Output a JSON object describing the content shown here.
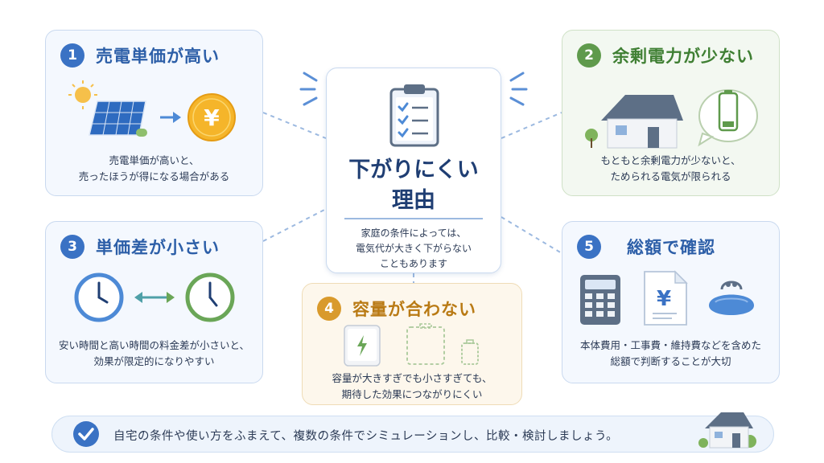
{
  "center": {
    "title_line1": "下がりにくい",
    "title_line2": "理由",
    "desc": [
      "家庭の条件によっては、",
      "電気代が大きく下がらない",
      "こともあります"
    ]
  },
  "cards": [
    {
      "number": "1",
      "title": "売電単価が高い",
      "desc": [
        "売電単価が高いと、",
        "売ったほうが得になる場合がある"
      ]
    },
    {
      "number": "2",
      "title": "余剰電力が少ない",
      "desc": [
        "もともと余剰電力が少ないと、",
        "ためられる電気が限られる"
      ]
    },
    {
      "number": "3",
      "title": "単価差が小さい",
      "desc": [
        "安い時間と高い時間の料金差が小さいと、",
        "効果が限定的になりやすい"
      ]
    },
    {
      "number": "4",
      "title": "容量が合わない",
      "desc": [
        "容量が大きすぎでも小さすぎても、",
        "期待した効果につながりにくい"
      ]
    },
    {
      "number": "5",
      "title": "総額で確認",
      "desc": [
        "本体費用・工事費・維持費などを含めた",
        "総額で判断することが大切"
      ]
    }
  ],
  "icons": {
    "yen_symbol": "¥"
  },
  "footer": {
    "text": "自宅の条件や使い方をふまえて、複数の条件でシミュレーションし、比較・検討しましょう。"
  },
  "colors": {
    "blue": "#3a72c4",
    "green": "#5f9a4c",
    "orange": "#d99a2c",
    "navy": "#1f3e73"
  }
}
